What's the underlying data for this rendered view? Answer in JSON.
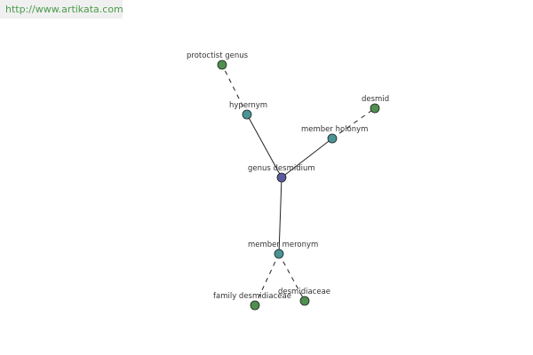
{
  "header": {
    "source_url": "http://www.artikata.com"
  },
  "graph": {
    "colors": {
      "center": "#5a5a9e",
      "relation": "#4a9494",
      "leaf": "#4f8f4f",
      "link": "#4a9b4a"
    },
    "nodes": [
      {
        "id": "genus-desmidium",
        "label": "genus desmidium",
        "kind": "center"
      },
      {
        "id": "hypernym",
        "label": "hypernym",
        "kind": "relation"
      },
      {
        "id": "protoctist-genus",
        "label": "protoctist genus",
        "kind": "leaf"
      },
      {
        "id": "member-holonym",
        "label": "member holonym",
        "kind": "relation"
      },
      {
        "id": "desmid",
        "label": "desmid",
        "kind": "leaf"
      },
      {
        "id": "member-meronym",
        "label": "member meronym",
        "kind": "relation"
      },
      {
        "id": "family-desmidiaceae",
        "label": "family desmidiaceae",
        "kind": "leaf"
      },
      {
        "id": "desmidiaceae",
        "label": "desmidiaceae",
        "kind": "leaf"
      }
    ],
    "edges": [
      {
        "from": "genus-desmidium",
        "to": "hypernym",
        "style": "solid"
      },
      {
        "from": "hypernym",
        "to": "protoctist-genus",
        "style": "dashed"
      },
      {
        "from": "genus-desmidium",
        "to": "member-holonym",
        "style": "solid"
      },
      {
        "from": "member-holonym",
        "to": "desmid",
        "style": "dashed"
      },
      {
        "from": "genus-desmidium",
        "to": "member-meronym",
        "style": "solid"
      },
      {
        "from": "member-meronym",
        "to": "family-desmidiaceae",
        "style": "dashed"
      },
      {
        "from": "member-meronym",
        "to": "desmidiaceae",
        "style": "dashed"
      }
    ]
  }
}
